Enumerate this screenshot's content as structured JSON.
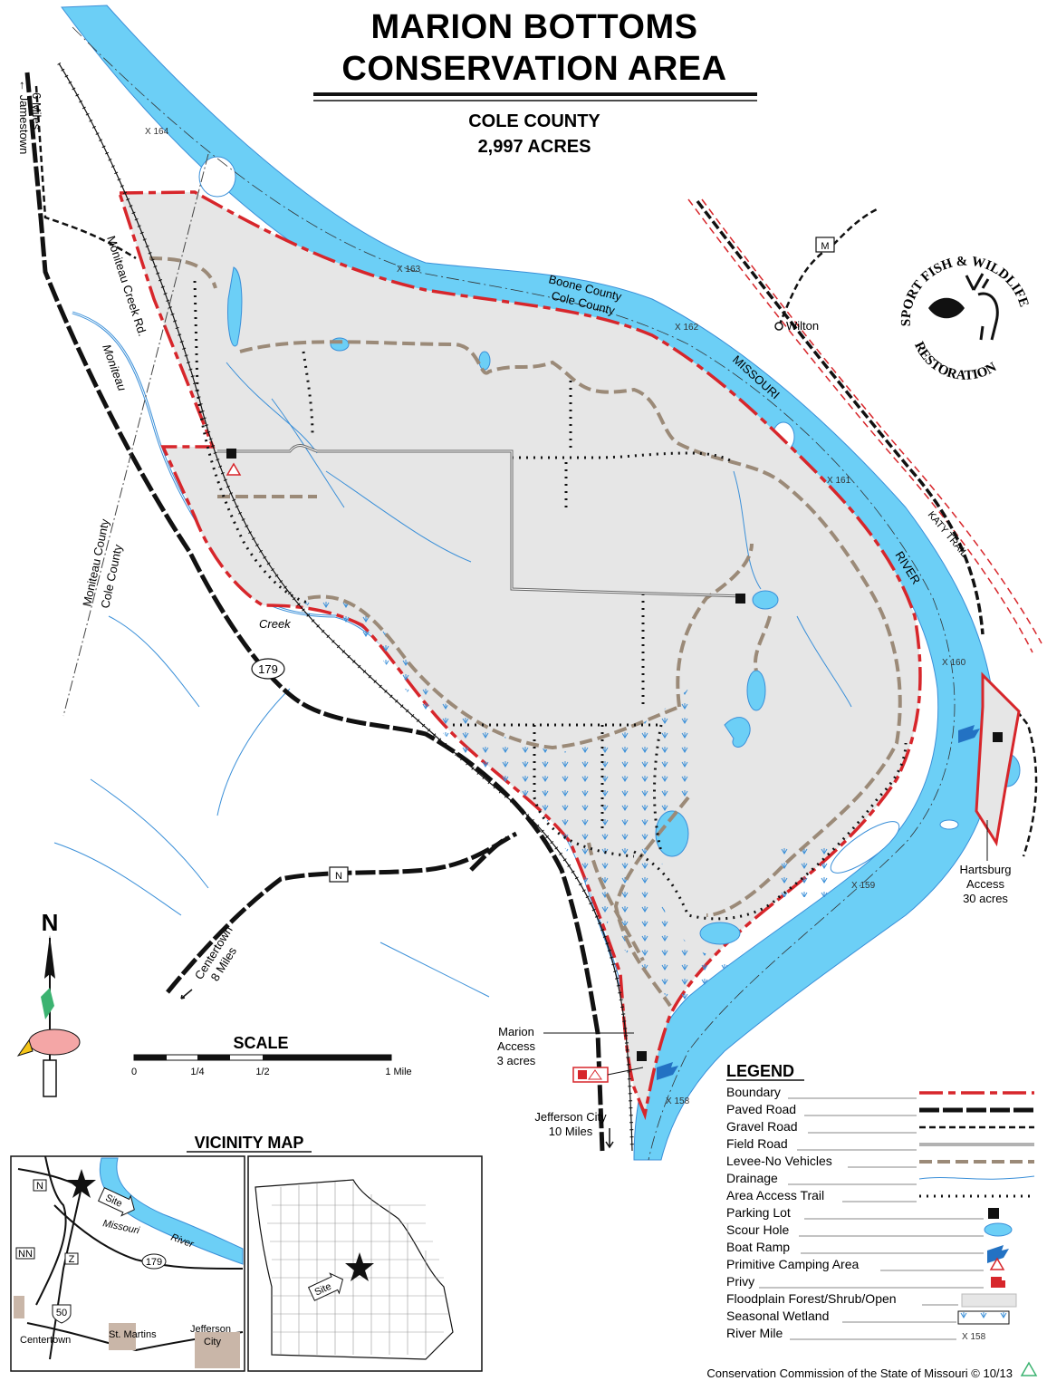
{
  "title": {
    "line1": "MARION BOTTOMS",
    "line2": "CONSERVATION AREA",
    "county": "COLE COUNTY",
    "acres": "2,997 ACRES"
  },
  "colors": {
    "river": "#6ccff6",
    "boundary": "#d7262b",
    "levee": "#9b8a78",
    "area": "#e6e6e6",
    "drainage": "#3a8fd8",
    "road": "#111111"
  },
  "place_labels": {
    "jamestown": "Jamestown",
    "jamestown_dist": "6 Miles",
    "moniteau_creek_rd": "Moniteau Creek Rd.",
    "moniteau": "Moniteau",
    "creek": "Creek",
    "moniteau_county": "Moniteau County",
    "cole_county_west": "Cole County",
    "boone_county": "Boone County",
    "cole_county_north": "Cole County",
    "missouri": "MISSOURI",
    "river": "RIVER",
    "katy_trail": "KATY TRAIL",
    "wilton": "Wilton",
    "hartsburg": [
      "Hartsburg",
      "Access",
      "30 acres"
    ],
    "marion": [
      "Marion",
      "Access",
      "3 acres"
    ],
    "jefferson_city": [
      "Jefferson City",
      "10 Miles"
    ],
    "centertown": "Centertown",
    "centertown_dist": "8 Miles"
  },
  "route_shields": {
    "m": "M",
    "n": "N",
    "hwy179": "179"
  },
  "river_miles": [
    "X 164",
    "X 163",
    "X 162",
    "X 161",
    "X 160",
    "X 159",
    "X 158"
  ],
  "north_arrow": "N",
  "emblem": [
    "SPORT FISH & WILDLIFE",
    "RESTORATION"
  ],
  "scale": {
    "title": "SCALE",
    "ticks": [
      "0",
      "1/4",
      "1/2",
      "1 Mile"
    ]
  },
  "vicinity": {
    "title": "VICINITY MAP",
    "labels": {
      "site": "Site",
      "missouri": "Missouri",
      "river": "River",
      "n": "N",
      "nn": "NN",
      "z": "Z",
      "hwy179": "179",
      "hwy50": "50",
      "centertown": "Centertown",
      "st_martins": "St. Martins",
      "jefferson": "Jefferson",
      "city": "City",
      "state_site": "Site"
    }
  },
  "legend": {
    "title": "LEGEND",
    "items": [
      "Boundary",
      "Paved Road",
      "Gravel Road",
      "Field Road",
      "Levee-No Vehicles",
      "Drainage",
      "Area Access Trail",
      "Parking Lot",
      "Scour Hole",
      "Boat Ramp",
      "Primitive Camping Area",
      "Privy",
      "Floodplain Forest/Shrub/Open",
      "Seasonal Wetland",
      "River Mile"
    ],
    "river_mile_sample": "X 158"
  },
  "footer": "Conservation Commission of the State of Missouri © 10/13"
}
